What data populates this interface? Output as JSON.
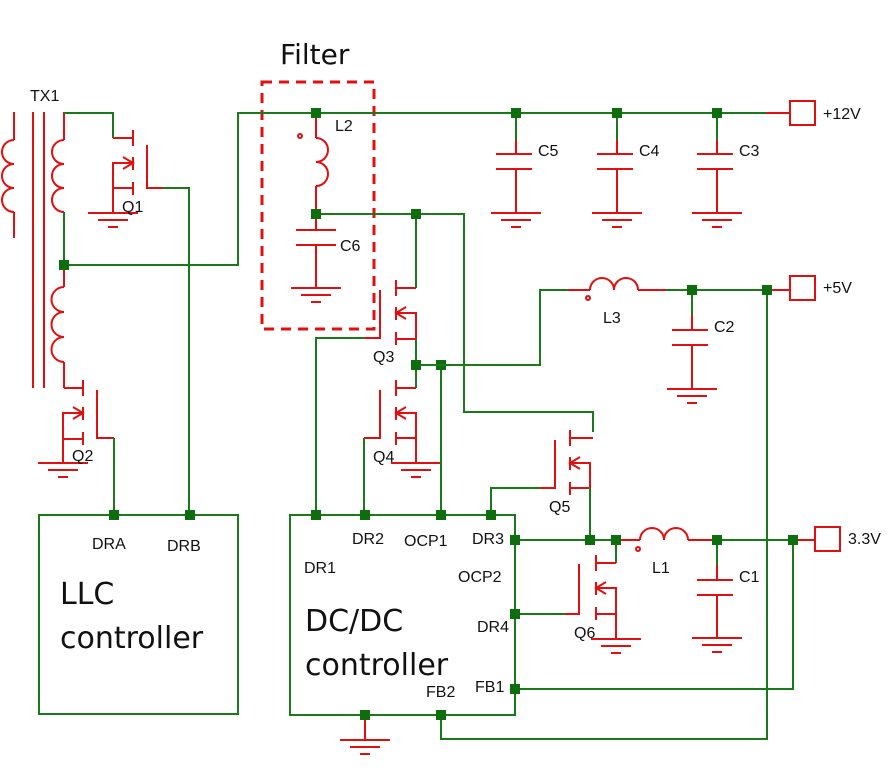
{
  "diagram": {
    "title": "Filter",
    "transformer": "TX1",
    "transistors": [
      "Q1",
      "Q2",
      "Q3",
      "Q4",
      "Q5",
      "Q6"
    ],
    "inductors": [
      "L1",
      "L2",
      "L3"
    ],
    "capacitors": [
      "C1",
      "C2",
      "C3",
      "C4",
      "C5",
      "C6"
    ],
    "outputs": {
      "v12": "+12V",
      "v5": "+5V",
      "v33": "3.3V"
    },
    "llc": {
      "name_line1": "LLC",
      "name_line2": "controller",
      "pins": [
        "DRA",
        "DRB"
      ]
    },
    "dcdc": {
      "name_line1": "DC/DC",
      "name_line2": "controller",
      "pins": {
        "dr1": "DR1",
        "dr2": "DR2",
        "ocp1": "OCP1",
        "dr3": "DR3",
        "ocp2": "OCP2",
        "dr4": "DR4",
        "fb1": "FB1",
        "fb2": "FB2"
      }
    }
  },
  "colors": {
    "wire": "#1a7a1a",
    "component": "#e01010",
    "node": "#0e6e0e"
  }
}
